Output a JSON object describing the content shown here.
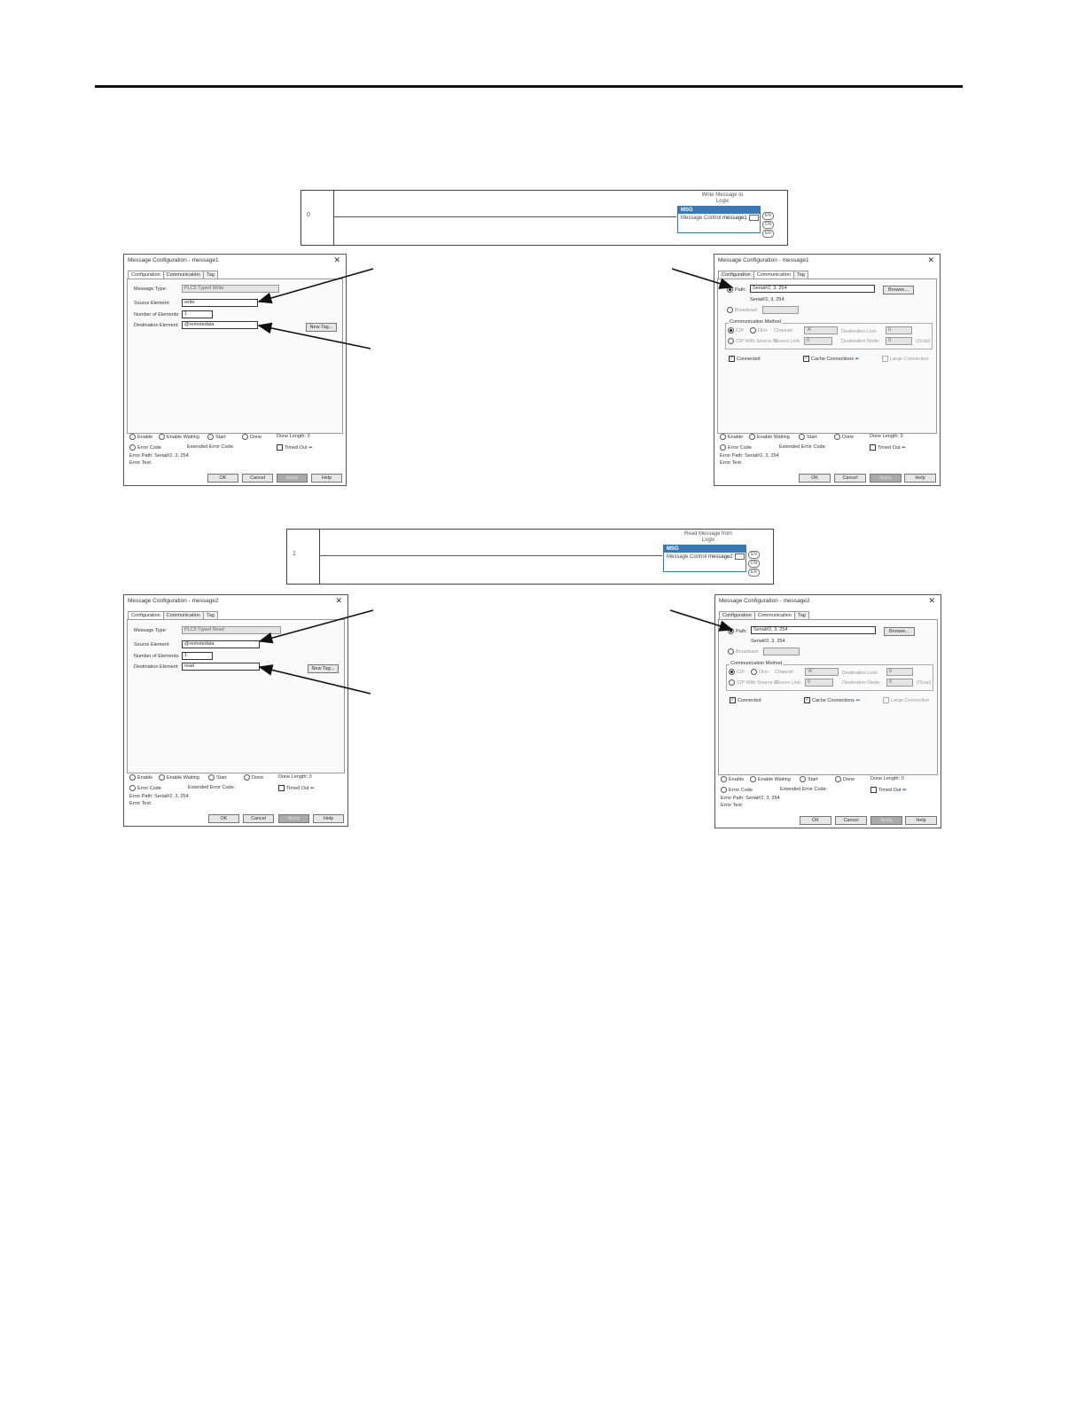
{
  "rung_write": {
    "number": "0",
    "caption_line1": "Write Message to",
    "caption_line2": "Logix",
    "msg_title": "MSG",
    "msg_label": "Message Control",
    "msg_tag": "message1",
    "outputs": [
      "EN",
      "DN",
      "ER"
    ]
  },
  "rung_read": {
    "number": "1",
    "caption_line1": "Read Message from",
    "caption_line2": "Logix",
    "msg_title": "MSG",
    "msg_label": "Message Control",
    "msg_tag": "message2",
    "outputs": [
      "EN",
      "DN",
      "ER"
    ]
  },
  "tabs": {
    "configuration": "Configuration",
    "communication": "Communication",
    "tag": "Tag"
  },
  "labels": {
    "message_type": "Message Type:",
    "source_element": "Source Element:",
    "number_of_elements": "Number of Elements:",
    "destination_element": "Destination Element:",
    "new_tag": "New Tag...",
    "path": "Path:",
    "browse": "Browse...",
    "broadcast": "Broadcast:",
    "comm_method": "Communication Method",
    "cip": "CIP",
    "dh_plus": "DH+",
    "channel": "Channel:",
    "channel_value": "'A'",
    "destination_link": "Destination Link:",
    "cip_with_source_id_1": "CIP With",
    "cip_with_source_id_2": "Source ID",
    "source_link": "Source Link:",
    "destination_node": "Destination Node:",
    "octal": "(Octal)",
    "connected": "Connected",
    "cache_connections": "Cache Connections",
    "large_connection": "Large Connection",
    "enable": "Enable",
    "enable_waiting": "Enable Waiting",
    "start": "Start",
    "done": "Done",
    "done_length": "Done Length:",
    "done_length_value": "0",
    "error_code": "Error Code",
    "extended_error_code": "Extended Error Code:",
    "timed_out": "Timed Out",
    "error_path": "Error Path:",
    "error_text": "Error Text:",
    "ok": "OK",
    "cancel": "Cancel",
    "apply": "Apply",
    "help": "Help"
  },
  "dlg_write_config": {
    "title": "Message Configuration - message1",
    "message_type": "PLC5 Typed Write",
    "source_element": "write",
    "number_of_elements": "1",
    "destination_element": "@remotedata",
    "error_path": "Serial#2, 3, 254"
  },
  "dlg_write_comm": {
    "title": "Message Configuration - message1",
    "path": "Serial#2, 3, 254",
    "path_resolved": "Serial#2, 3, 254",
    "destination_link": "0",
    "source_link": "0",
    "destination_node": "0",
    "error_path": "Serial#2, 3, 254"
  },
  "dlg_read_config": {
    "title": "Message Configuration - message2",
    "message_type": "PLC5 Typed Read",
    "source_element": "@remotedata",
    "number_of_elements": "1",
    "destination_element": "read",
    "error_path": "Serial#2, 3, 254"
  },
  "dlg_read_comm": {
    "title": "Message Configuration - message2",
    "path": "Serial#2, 3, 254",
    "path_resolved": "Serial#2, 3, 254",
    "destination_link": "0",
    "source_link": "0",
    "destination_node": "0",
    "error_path": "Serial#2, 3, 254"
  }
}
